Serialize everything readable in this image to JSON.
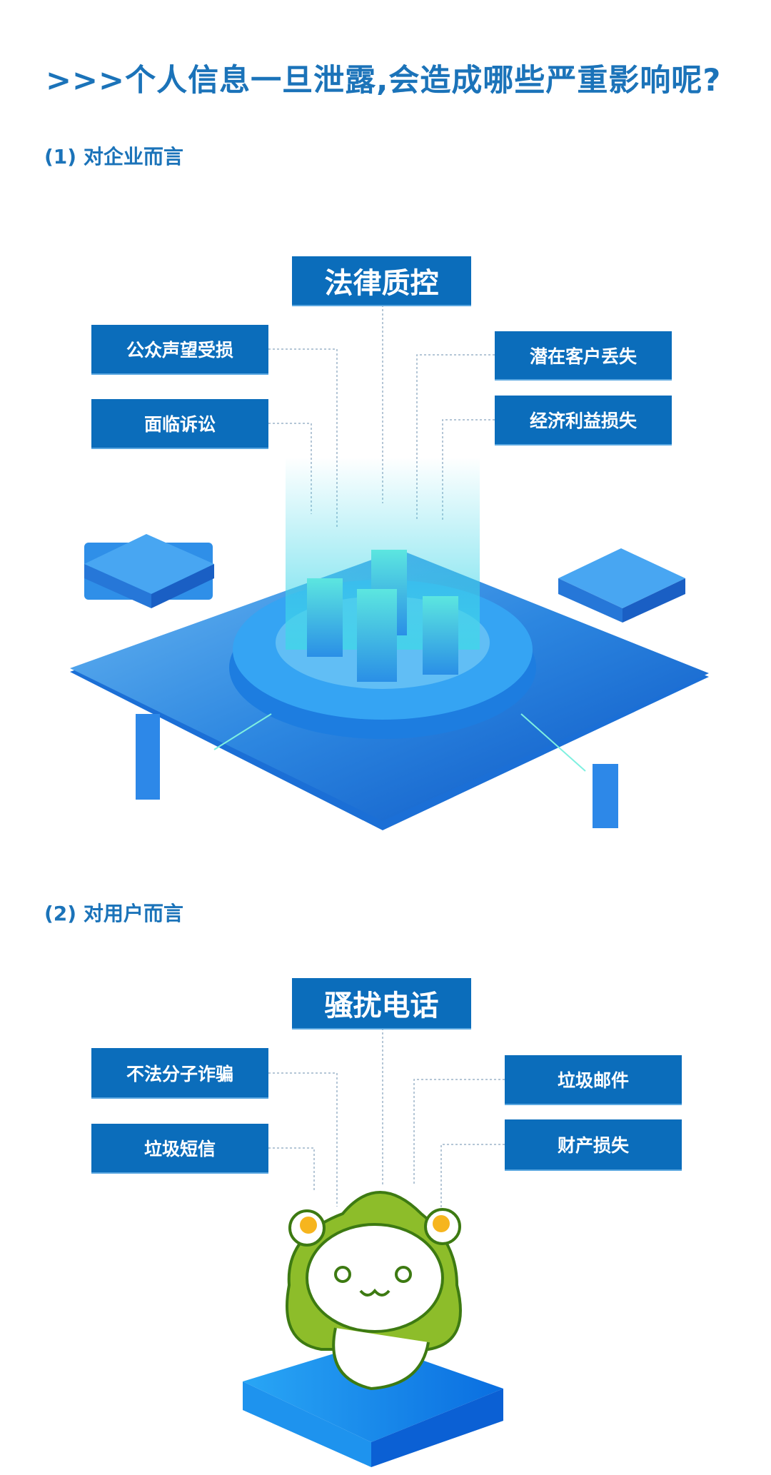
{
  "title": ">>>个人信息一旦泄露,会造成哪些严重影响呢?",
  "section1": {
    "heading": "(1) 对企业而言",
    "center": "法律质控",
    "left": [
      "公众声望受损",
      "面临诉讼"
    ],
    "right": [
      "潜在客户丢失",
      "经济利益损失"
    ]
  },
  "section2": {
    "heading": "(2) 对用户而言",
    "center": "骚扰电话",
    "left": [
      "不法分子诈骗",
      "垃圾短信"
    ],
    "right": [
      "垃圾邮件",
      "财产损失"
    ]
  },
  "colors": {
    "brand": "#1b73b9",
    "box": "#0b6dbb",
    "mascot_green": "#8dbd2a"
  }
}
